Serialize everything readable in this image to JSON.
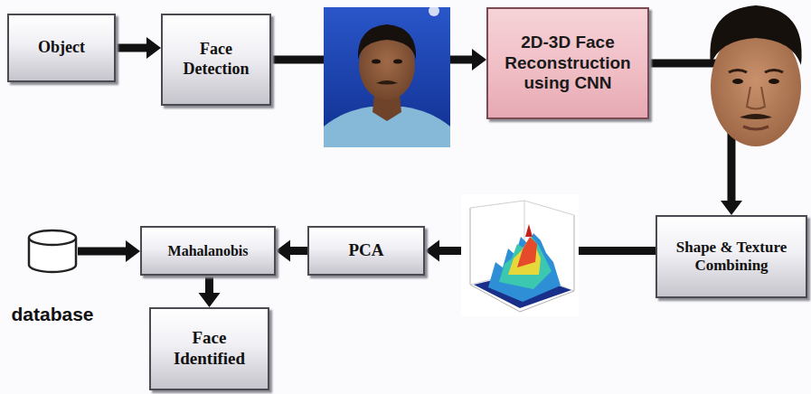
{
  "diagram": {
    "nodes": [
      {
        "text": [
          "Object"
        ]
      },
      {
        "text": [
          "Face Detection"
        ]
      },
      {
        "text": [
          "2D-3D Face Reconstruction using CNN"
        ]
      },
      {
        "text": [
          "database"
        ]
      },
      {
        "text": [
          "Mahalanobis"
        ]
      },
      {
        "text": [
          "PCA"
        ]
      },
      {
        "text": [
          "Shape & Texture Combining"
        ]
      },
      {
        "text": [
          "Face Identified"
        ]
      }
    ],
    "edges": [
      {
        "from": 0,
        "to": 1,
        "arrow": "to"
      },
      {
        "from": 1,
        "to": 2,
        "arrow": "to"
      },
      {
        "from": 2,
        "to": 6,
        "arrow": "to"
      },
      {
        "from": 6,
        "to": 5,
        "arrow": "to"
      },
      {
        "from": 5,
        "to": 4,
        "arrow": "to"
      },
      {
        "from": 3,
        "to": 4,
        "arrow": "to"
      },
      {
        "from": 4,
        "to": 7,
        "arrow": "to"
      }
    ]
  }
}
